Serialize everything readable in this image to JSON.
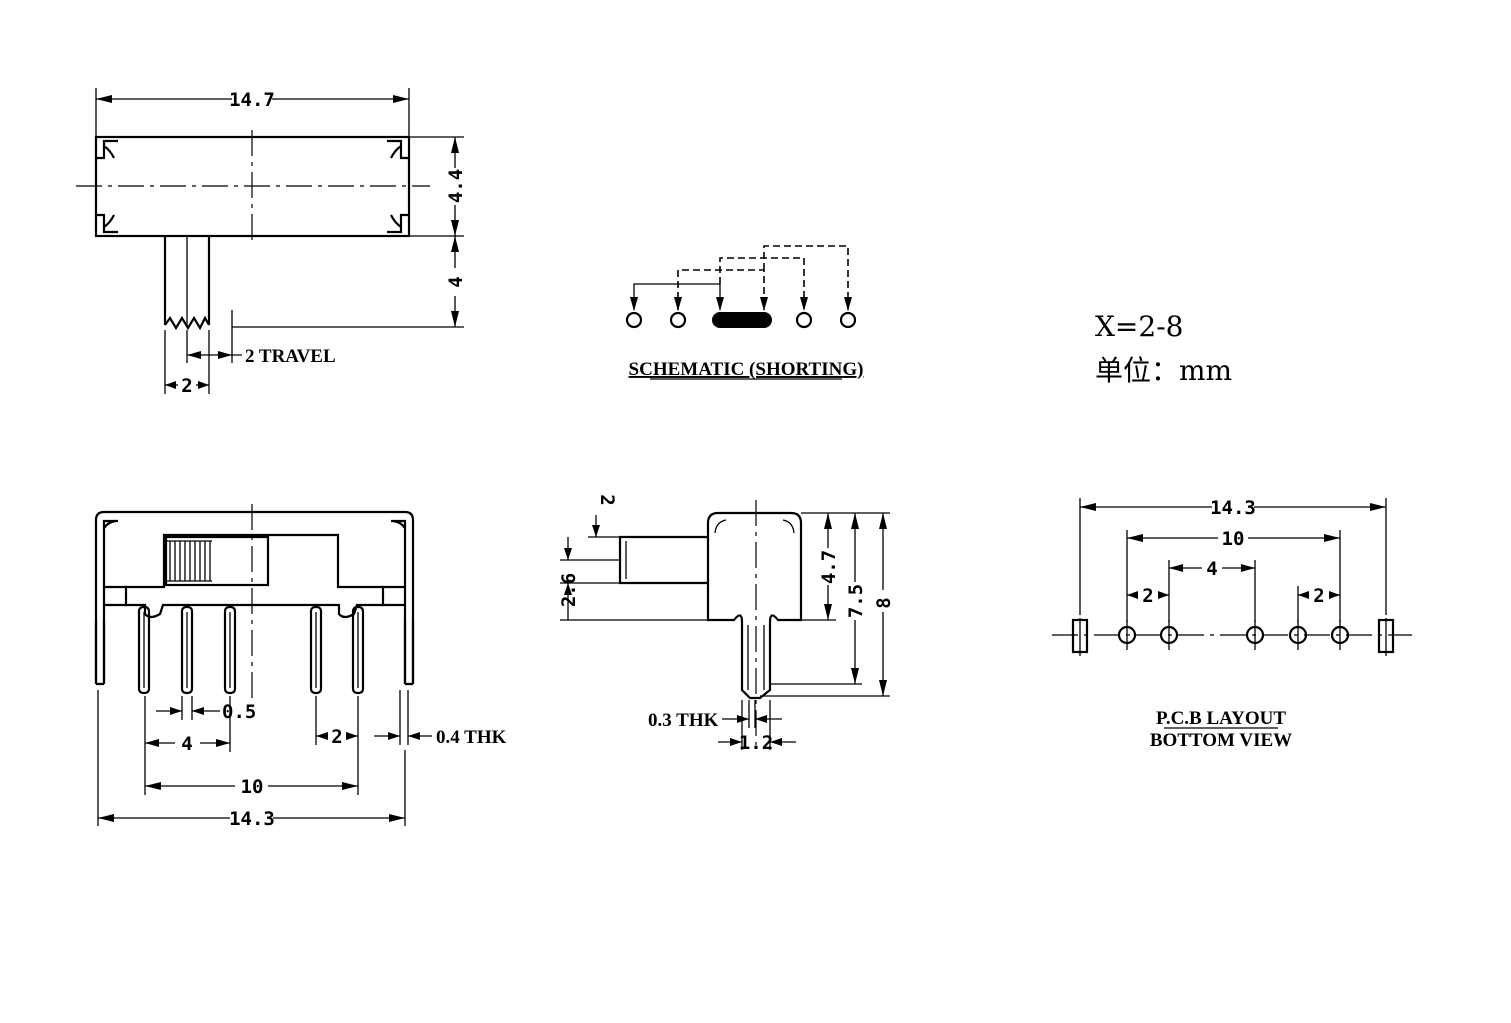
{
  "top_view": {
    "width": "14.7",
    "height": "4.4",
    "actuator_length": "4",
    "actuator_width": "2",
    "travel": "2 TRAVEL"
  },
  "schematic": {
    "title": "SCHEMATIC (SHORTING)"
  },
  "notes": {
    "variant": "X=2-8",
    "unit": "单位：mm"
  },
  "front_view": {
    "pin_width": "0.5",
    "pin_group": "4",
    "pin_pitch": "2",
    "thickness": "0.4 THK",
    "inner_span": "10",
    "overall_width": "14.3"
  },
  "side_view": {
    "actuator_offset": "2",
    "actuator_height": "2.6",
    "body_height": "4.7",
    "pin_height": "7.5",
    "total_height": "8",
    "thickness": "0.3 THK",
    "pin_span": "1.2"
  },
  "pcb_layout": {
    "overall_width": "14.3",
    "inner_span": "10",
    "center_span": "4",
    "left_pitch": "2",
    "right_pitch": "2",
    "title_line1": "P.C.B LAYOUT",
    "title_line2": "BOTTOM VIEW"
  }
}
